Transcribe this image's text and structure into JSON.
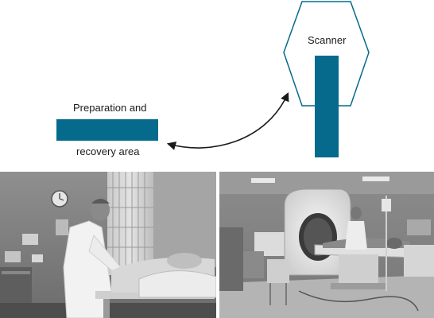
{
  "diagram": {
    "prep_label_line1": "Preparation and",
    "prep_label_line2": "recovery area",
    "scanner_label": "Scanner",
    "accent_color": "#066a8c",
    "outline_color": "#066a8c",
    "arrow_color": "#1a1a1a"
  },
  "photos": {
    "left": {
      "subject": "preparation-room-photo"
    },
    "right": {
      "subject": "mri-scanner-room-photo"
    }
  }
}
